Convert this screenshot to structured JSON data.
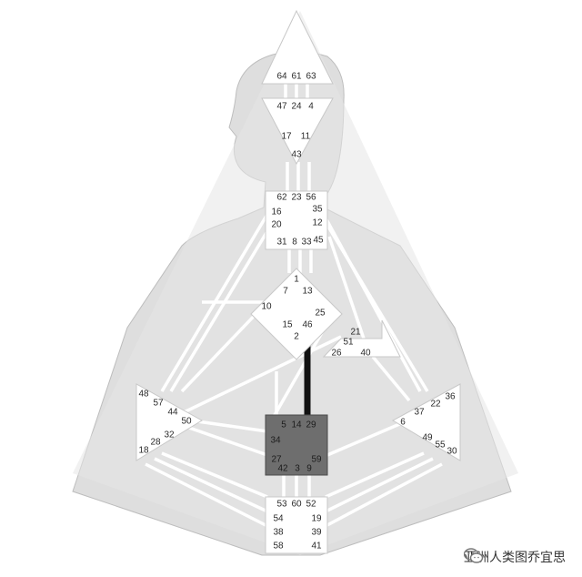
{
  "gates": {
    "head": [
      "64",
      "61",
      "63"
    ],
    "ajna": [
      "47",
      "24",
      "4",
      "17",
      "11",
      "43"
    ],
    "throat": [
      "62",
      "23",
      "56",
      "16",
      "35",
      "20",
      "12",
      "31",
      "8",
      "33",
      "45"
    ],
    "g": [
      "1",
      "7",
      "13",
      "10",
      "25",
      "15",
      "46",
      "2"
    ],
    "heart": [
      "21",
      "51",
      "26",
      "40"
    ],
    "spleen": [
      "48",
      "57",
      "44",
      "50",
      "32",
      "28",
      "18"
    ],
    "solar": [
      "36",
      "22",
      "37",
      "6",
      "49",
      "55",
      "30"
    ],
    "sacral": [
      "5",
      "14",
      "29",
      "34",
      "27",
      "59",
      "42",
      "3",
      "9"
    ],
    "root": [
      "53",
      "60",
      "52",
      "54",
      "19",
      "38",
      "39",
      "58",
      "41"
    ]
  },
  "watermark": {
    "text": "亚洲人类图乔宜思",
    "icon": "wechat-icon"
  },
  "colors": {
    "center_fill": "#ffffff",
    "sacral_fill": "#6e6e6e",
    "body_fill": "#dedede",
    "channel": "#ffffff",
    "defined_channel": "#111111"
  }
}
